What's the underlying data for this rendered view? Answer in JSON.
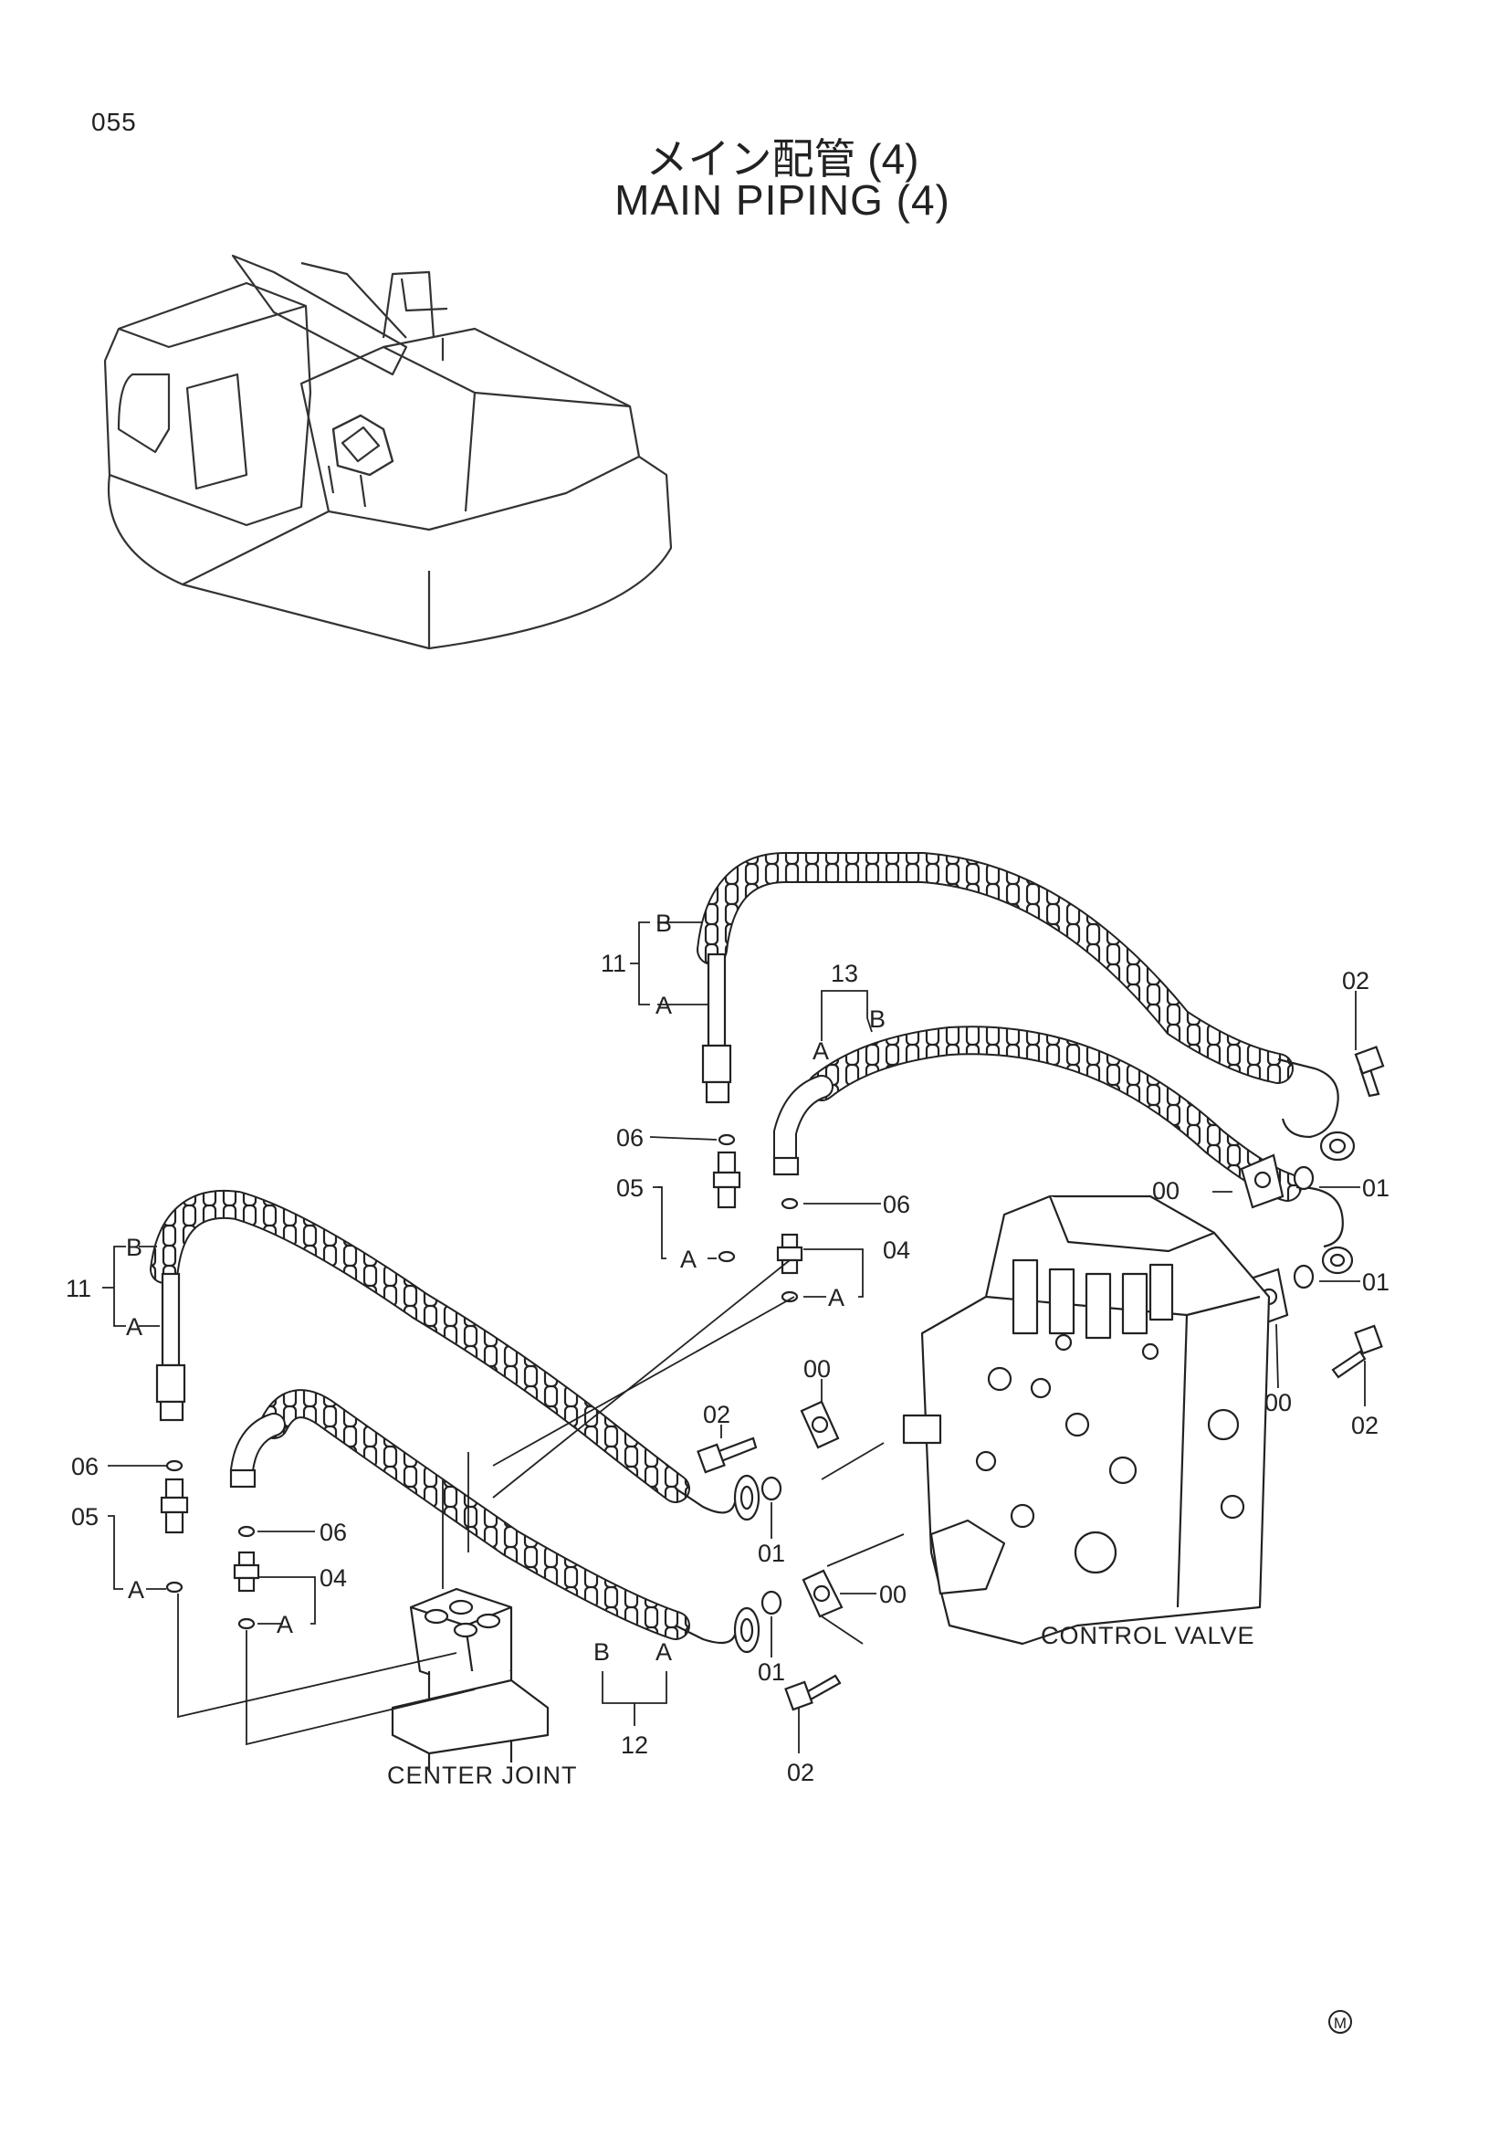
{
  "page_number": "055",
  "title_jp": "メイン配管 (4)",
  "title_en": "MAIN PIPING (4)",
  "captions": {
    "center_joint": "CENTER JOINT",
    "control_valve": "CONTROL VALVE"
  },
  "callouts": {
    "c11_top": "11",
    "c11_left": "11",
    "c12": "12",
    "c13": "13",
    "c06_a": "06",
    "c06_b": "06",
    "c06_c": "06",
    "c06_d": "06",
    "c05_a": "05",
    "c05_b": "05",
    "c04_a": "04",
    "c04_b": "04",
    "c02_a": "02",
    "c02_b": "02",
    "c02_c": "02",
    "c02_d": "02",
    "c01_a": "01",
    "c01_b": "01",
    "c01_c": "01",
    "c01_d": "01",
    "c00_a": "00",
    "c00_b": "00",
    "c00_c": "00",
    "c00_d": "00",
    "A": "A",
    "B": "B"
  },
  "mark": "M"
}
